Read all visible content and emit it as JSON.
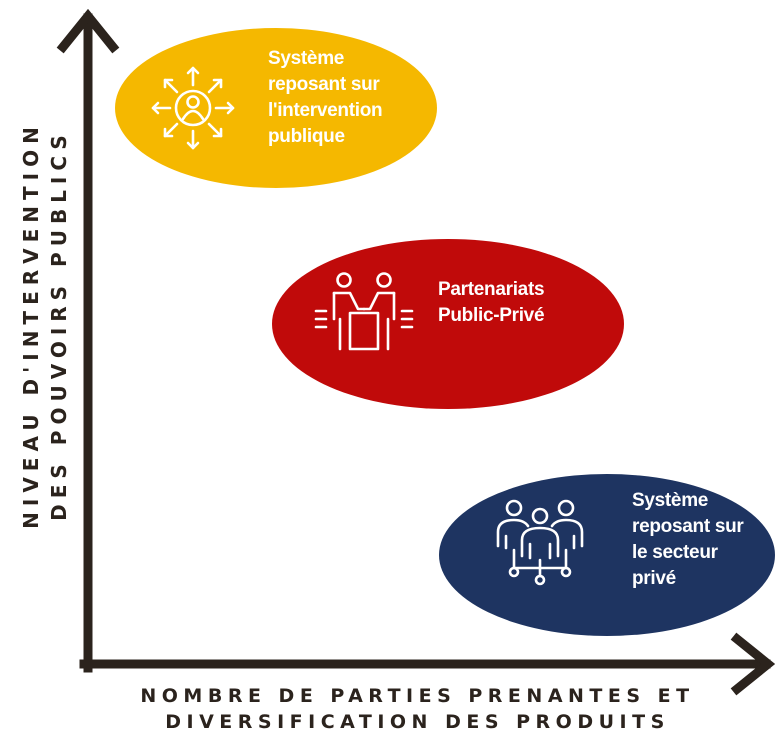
{
  "axis": {
    "y_label_lines": [
      "NIVEAU D'INTERVENTION",
      "DES POUVOIRS PUBLICS"
    ],
    "x_label_lines": [
      "NOMBRE DE PARTIES PRENANTES ET",
      "DIVERSIFICATION DES PRODUITS"
    ],
    "color": "#2b231d"
  },
  "bubbles": [
    {
      "id": "public",
      "lines": [
        "Système",
        "reposant sur",
        "l'intervention",
        "publique"
      ],
      "color": "#f5b800",
      "icon": "public-intervention-icon"
    },
    {
      "id": "ppp",
      "lines": [
        "Partenariats",
        "Public-Privé"
      ],
      "color": "#c00a0a",
      "icon": "handshake-icon"
    },
    {
      "id": "private",
      "lines": [
        "Système",
        "reposant sur",
        "le secteur",
        "privé"
      ],
      "color": "#1e3461",
      "icon": "team-network-icon"
    }
  ]
}
